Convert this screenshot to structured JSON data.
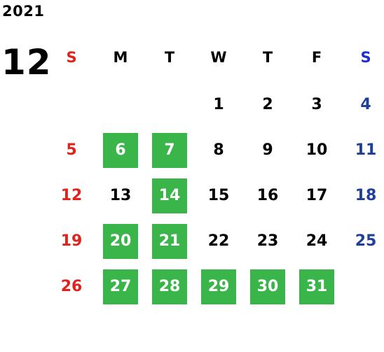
{
  "calendar": {
    "year": "2021",
    "month": "12",
    "colors": {
      "sunday": "#e0231d",
      "saturday_header": "#1f2fcc",
      "saturday": "#1f3f99",
      "weekday": "#000000",
      "highlight_background": "#3ab54a",
      "highlight_text": "#ffffff"
    },
    "weekdays": [
      "S",
      "M",
      "T",
      "W",
      "T",
      "F",
      "S"
    ],
    "weeks": [
      [
        "",
        "",
        "",
        "1",
        "2",
        "3",
        "4"
      ],
      [
        "5",
        "6",
        "7",
        "8",
        "9",
        "10",
        "11"
      ],
      [
        "12",
        "13",
        "14",
        "15",
        "16",
        "17",
        "18"
      ],
      [
        "19",
        "20",
        "21",
        "22",
        "23",
        "24",
        "25"
      ],
      [
        "26",
        "27",
        "28",
        "29",
        "30",
        "31",
        ""
      ]
    ],
    "highlighted_days": [
      "6",
      "7",
      "14",
      "20",
      "21",
      "27",
      "28",
      "29",
      "30",
      "31"
    ]
  }
}
